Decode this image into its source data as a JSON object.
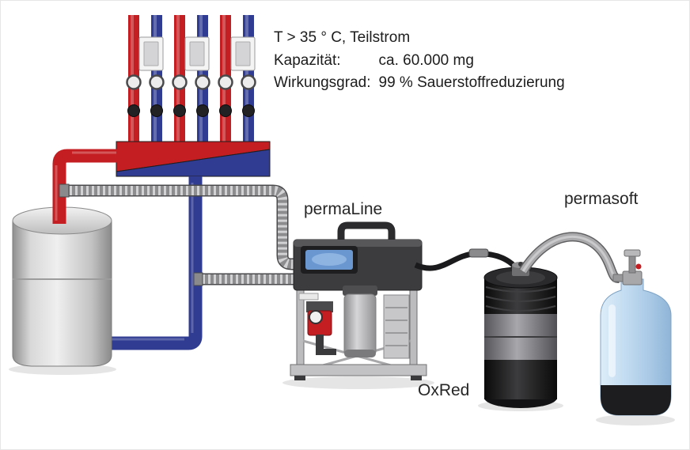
{
  "specs": {
    "line1": "T > 35 ° C, Teilstrom",
    "capacity_label": "Kapazität:",
    "capacity_value": "ca. 60.000 mg",
    "efficiency_label": "Wirkungsgrad:",
    "efficiency_value": "99 % Sauerstoffreduzierung"
  },
  "labels": {
    "permaline": "permaLine",
    "permasoft": "permasoft",
    "oxred": "OxRed"
  },
  "colors": {
    "supply_red": "#c41e22",
    "return_blue": "#303c92",
    "bottle_blue": "#b9d7ee",
    "background": "#ffffff"
  }
}
